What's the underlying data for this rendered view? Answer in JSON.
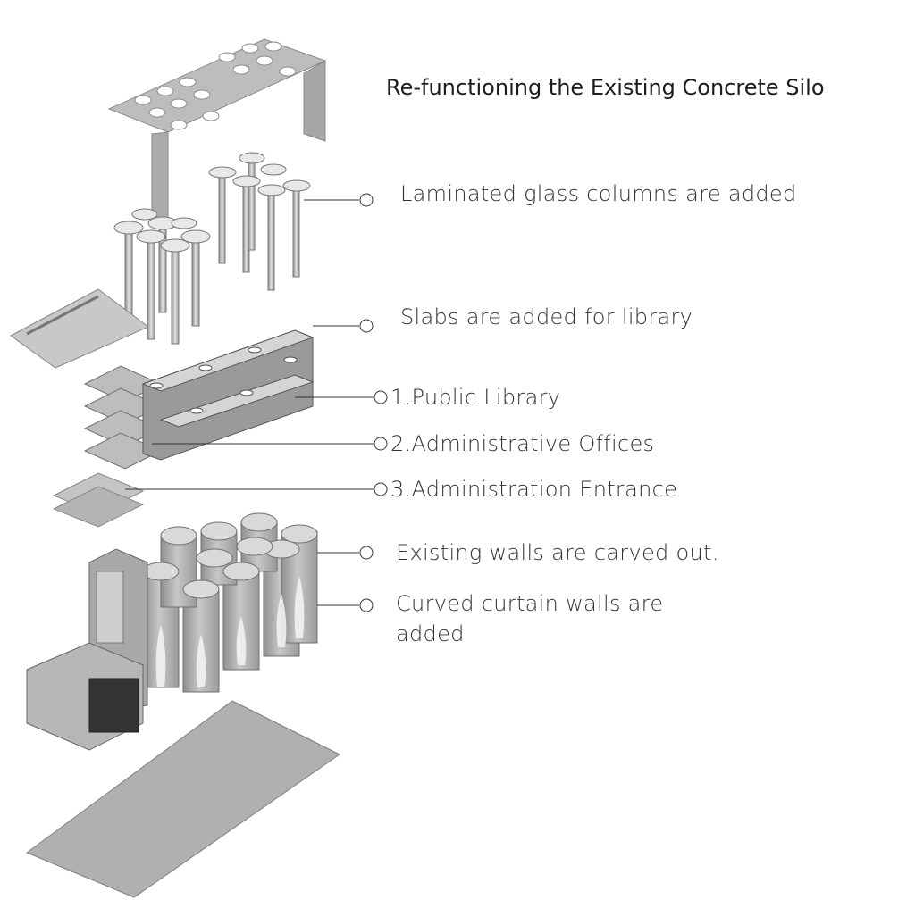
{
  "title": "Re-functioning the Existing Concrete Silo",
  "annotations": [
    {
      "id": "columns",
      "text": "Laminated glass columns are added"
    },
    {
      "id": "slabs",
      "text": "Slabs are added for library"
    },
    {
      "id": "library",
      "text": "1.Public Library"
    },
    {
      "id": "offices",
      "text": "2.Administrative Offices"
    },
    {
      "id": "entrance",
      "text": "3.Administration Entrance"
    },
    {
      "id": "walls",
      "text": "Existing walls are carved out."
    },
    {
      "id": "curtain",
      "text": "Curved curtain walls are added"
    }
  ],
  "colors": {
    "concrete_light": "#cfcfcf",
    "concrete_mid": "#a9a9a9",
    "concrete_dark": "#7d7d7d",
    "leader_line": "#333333"
  }
}
